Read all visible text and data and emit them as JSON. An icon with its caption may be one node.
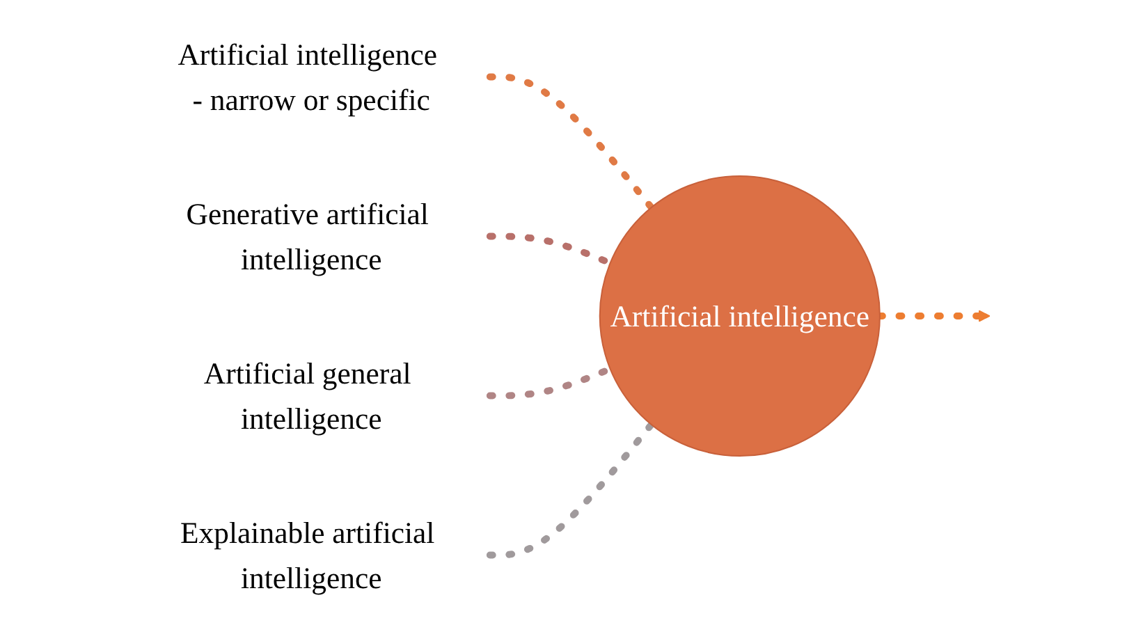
{
  "diagram": {
    "nodes": [
      {
        "text": [
          "Artificial intelligence - narrow or specific"
        ]
      },
      {
        "text": [
          "Generative artificial intelligence"
        ]
      },
      {
        "text": [
          "Artificial general intelligence"
        ]
      },
      {
        "text": [
          "Explainable artificial intelligence"
        ]
      },
      {
        "text": [
          "Artificial intelligence"
        ]
      }
    ],
    "edges": [
      {
        "from": 0,
        "to": 4,
        "arrow": "none",
        "style": "dashed",
        "color": "#e07a45"
      },
      {
        "from": 1,
        "to": 4,
        "arrow": "none",
        "style": "dashed",
        "color": "#b8706a"
      },
      {
        "from": 2,
        "to": 4,
        "arrow": "none",
        "style": "dashed",
        "color": "#b08585"
      },
      {
        "from": 3,
        "to": 4,
        "arrow": "none",
        "style": "dashed",
        "color": "#a09a9c"
      },
      {
        "from": 4,
        "to": null,
        "arrow": "to",
        "style": "dashed",
        "color": "#ed7d31"
      }
    ]
  }
}
